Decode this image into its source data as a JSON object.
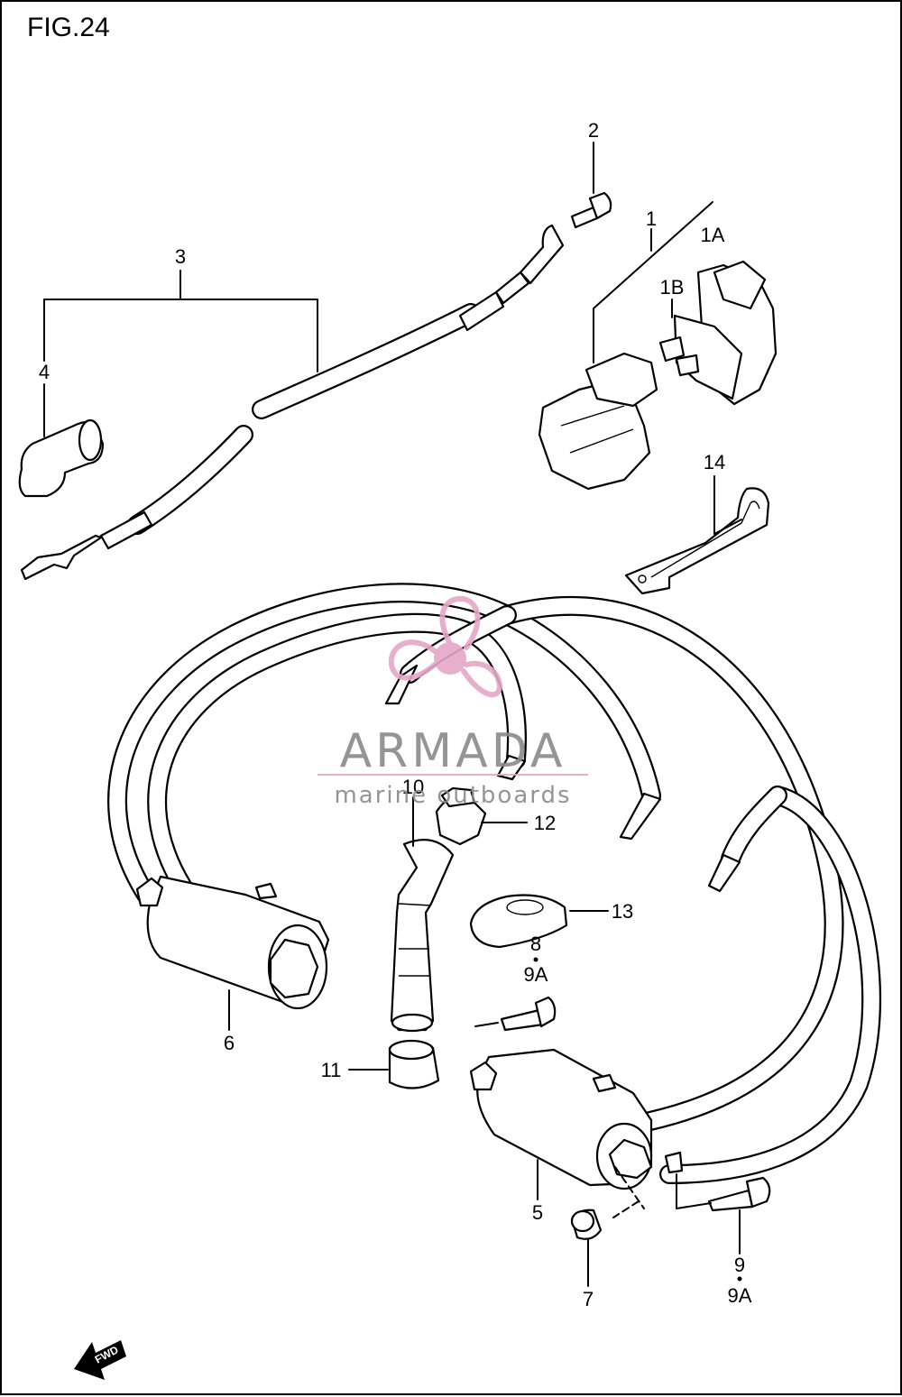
{
  "figure": {
    "title": "FIG.24"
  },
  "callouts": {
    "c1": "1",
    "c1A": "1A",
    "c1B": "1B",
    "c2": "2",
    "c3": "3",
    "c4": "4",
    "c5": "5",
    "c6": "6",
    "c7": "7",
    "c8": "8",
    "c9": "9",
    "c9A_upper": "9A",
    "c9A_lower": "9A",
    "c10": "10",
    "c11": "11",
    "c12": "12",
    "c13": "13",
    "c14": "14"
  },
  "watermark": {
    "brand": "ARMADA",
    "tagline": "marine outboards",
    "colors": {
      "brand_gray": "#8a8a8a",
      "logo_pink": "#e6a7c8"
    }
  },
  "forward_indicator": {
    "label": "FWD",
    "icon": "forward-arrow-icon"
  }
}
